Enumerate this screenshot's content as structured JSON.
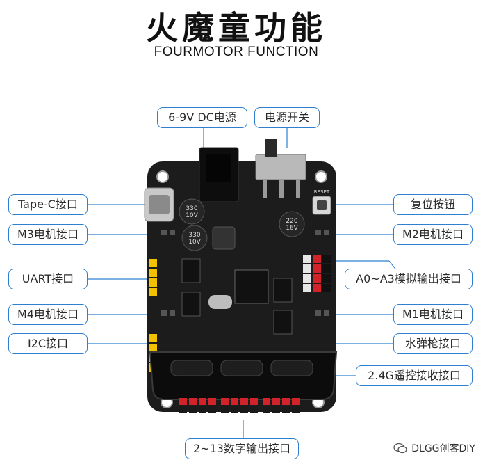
{
  "title": "火魔童功能",
  "subtitle": "FOURMOTOR FUNCTION",
  "labels": {
    "power_input": "6-9V DC电源",
    "power_switch": "电源开关",
    "type_c": "Tape-C接口",
    "m3": "M3电机接口",
    "uart": "UART接口",
    "m4": "M4电机接口",
    "i2c": "I2C接口",
    "reset": "复位按钮",
    "m2": "M2电机接口",
    "analog": "A0~A3模拟输出接口",
    "m1": "M1电机接口",
    "water_gun": "水弹枪接口",
    "rf_24g": "2.4G遥控接收接口",
    "digital": "2~13数字输出接口"
  },
  "silkscreen": {
    "cap1": "330",
    "cap1b": "10V",
    "cap2": "330",
    "cap2b": "10V",
    "cap3": "220",
    "cap3b": "16V",
    "reset_text": "RESET"
  },
  "watermark": "DLGG创客DIY",
  "colors": {
    "label_border": "#2f7fd0",
    "line": "#2f7fd0",
    "pcb": "#1c1c1c",
    "header_red": "#d2232a",
    "header_yellow": "#f2c200"
  }
}
